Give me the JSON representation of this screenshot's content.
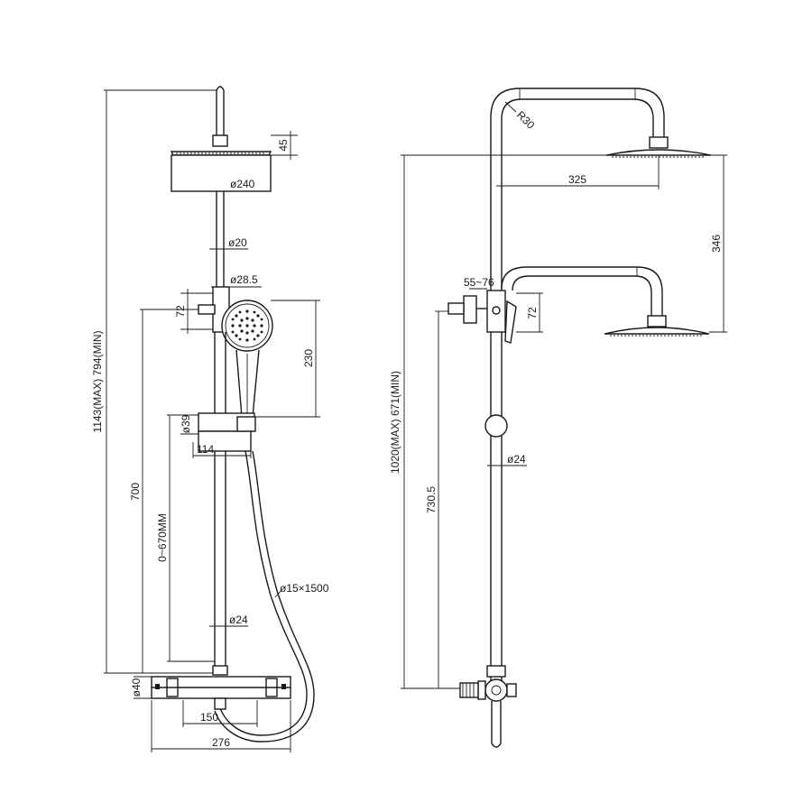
{
  "left_view": {
    "head_height": "45",
    "head_diameter": "ø240",
    "upper_pipe_diameter": "ø20",
    "holder_diameter": "ø28.5",
    "holder_height": "72",
    "handset_length": "230",
    "slider_diameter": "ø39",
    "slider_width": "114",
    "rail_diameter": "ø24",
    "hose_spec": "ø15×1500",
    "total_height": "1143(MAX)  794(MIN)",
    "rail_length": "700",
    "slide_range": "0~670MM",
    "valve_diameter": "ø40",
    "valve_centers": "150",
    "valve_width": "276"
  },
  "right_view": {
    "bend_radius": "R30",
    "arm_projection": "325",
    "arm_adjust": "346",
    "holder_range": "55~76",
    "holder_height": "72",
    "rail_diameter": "ø24",
    "total_height": "1020(MAX)  671(MIN)",
    "valve_height": "730.5"
  }
}
